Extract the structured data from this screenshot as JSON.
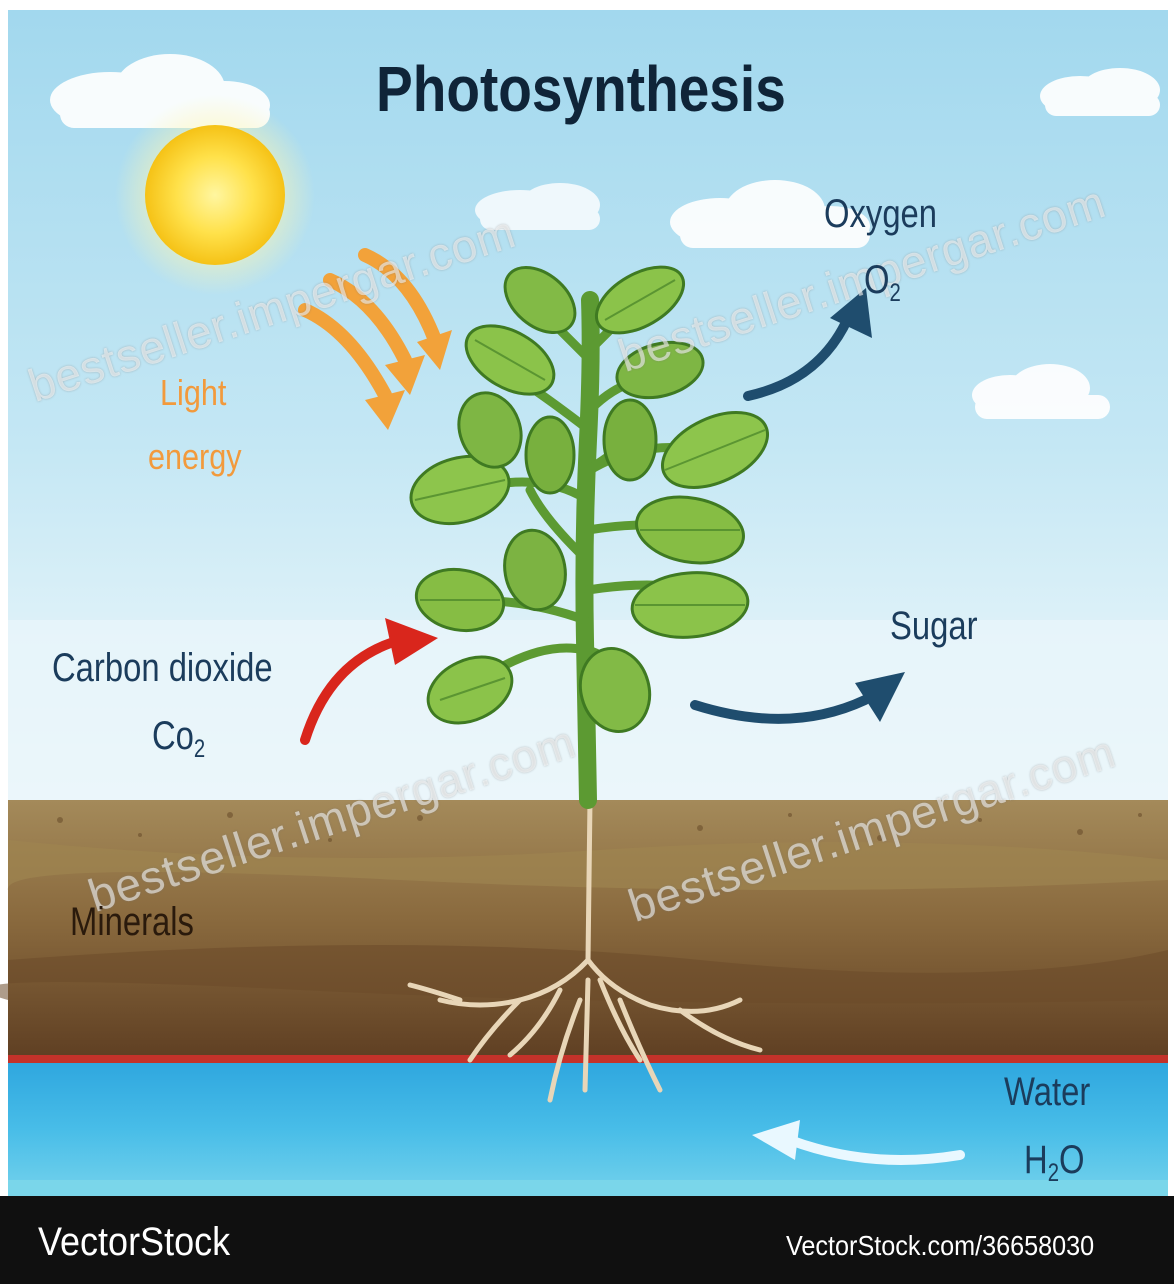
{
  "diagram": {
    "title": "Photosynthesis",
    "labels": {
      "light_line1": "Light",
      "light_line2": "energy",
      "oxygen": "Oxygen",
      "o2_main": "O",
      "o2_sub": "2",
      "carbon_dioxide": "Carbon dioxide",
      "co2_main": "Co",
      "co2_sub": "2",
      "sugar": "Sugar",
      "minerals": "Minerals",
      "water": "Water",
      "h2o_h": "H",
      "h2o_sub": "2",
      "h2o_o": "O"
    },
    "icons": [
      "sun-icon",
      "cloud-icon",
      "plant-icon",
      "arrow-icon"
    ],
    "colors": {
      "sky": "#a9dcef",
      "soil": "#8a6a3e",
      "water": "#3fb2e3",
      "light_arrows": "#f2a23a",
      "co2_arrow": "#d9261c",
      "output_arrows": "#1f4d6e",
      "leaf": "#7cb342"
    }
  },
  "watermark": {
    "text": "bestseller.impergar.com"
  },
  "footer": {
    "brand": "VectorStock",
    "url": "VectorStock.com/36658030"
  }
}
